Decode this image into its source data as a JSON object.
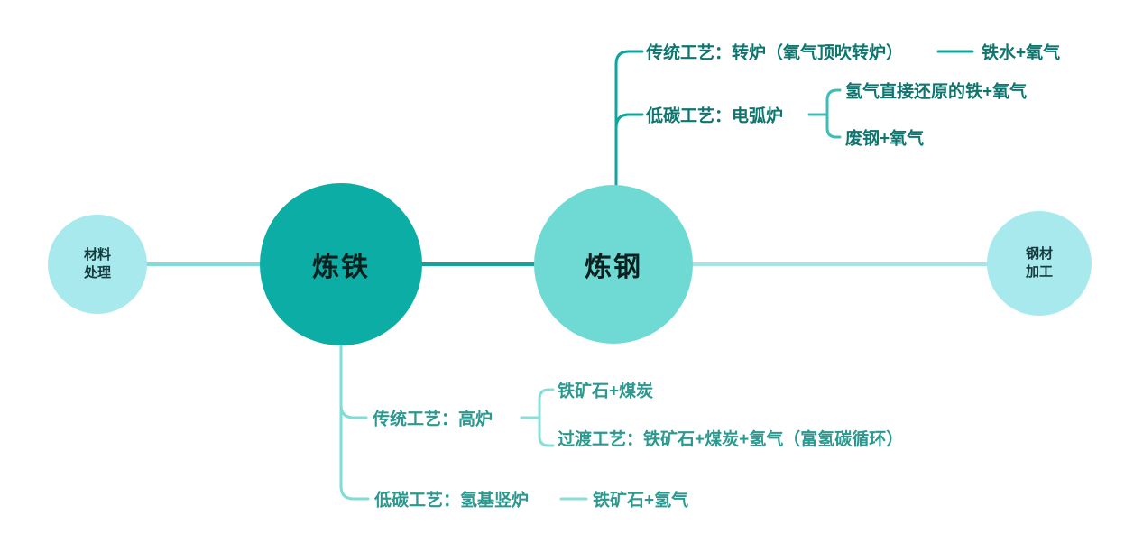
{
  "diagram": {
    "subject": "steel-production-process-mindmap"
  },
  "nodes": {
    "material_prep": {
      "label_line1": "材料",
      "label_line2": "处理"
    },
    "ironmaking": {
      "label": "炼铁"
    },
    "steelmaking": {
      "label": "炼钢"
    },
    "steel_processing": {
      "label_line1": "钢材",
      "label_line2": "加工"
    }
  },
  "steelmaking_branches": {
    "traditional": {
      "label": "传统工艺：转炉（氧气顶吹转炉）",
      "input": "铁水+氧气"
    },
    "low_carbon": {
      "label": "低碳工艺：电弧炉",
      "inputs": [
        "氢气直接还原的铁+氧气",
        "废钢+氧气"
      ]
    }
  },
  "ironmaking_branches": {
    "traditional": {
      "label": "传统工艺：高炉",
      "inputs": [
        "铁矿石+煤炭",
        "过渡工艺：铁矿石+煤炭+氢气（富氢碳循环）"
      ]
    },
    "low_carbon": {
      "label": "低碳工艺：氢基竖炉",
      "input": "铁矿石+氢气"
    }
  },
  "colors": {
    "ironmaking_circle": "#0bada5",
    "steelmaking_circle": "#6fdad4",
    "small_circle": "#a7e9ed",
    "dark_line": "#10a49d",
    "light_line": "#7eddd8",
    "lightest_line": "#a3e6e9",
    "sub_bracket_line": "#3fbcb5",
    "top_text": "#0e756f",
    "bottom_text": "#2b998f"
  }
}
